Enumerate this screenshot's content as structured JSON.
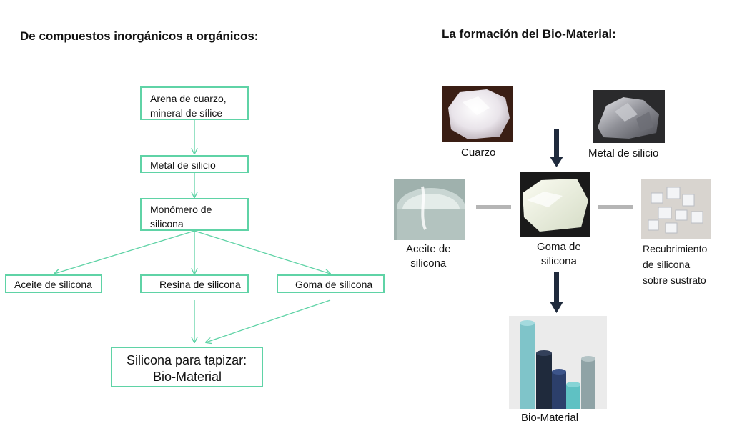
{
  "left": {
    "title": "De compuestos inorgánicos a orgánicos:",
    "flow": {
      "n1": {
        "line1": "Arena de cuarzo,",
        "line2": "mineral de sílice"
      },
      "n2": "Metal de silicio",
      "n3": {
        "line1": "Monómero de",
        "line2": "silicona"
      },
      "n4": "Aceite de silicona",
      "n5": "Resina de silicona",
      "n6": "Goma de silicona",
      "n7": {
        "line1": "Silicona para tapizar:",
        "line2": "Bio-Material"
      }
    }
  },
  "right": {
    "title": "La formación del Bio-Material:",
    "items": {
      "cuarzo": "Cuarzo",
      "metal": "Metal de silicio",
      "aceite": {
        "line1": "Aceite de",
        "line2": "silicona"
      },
      "goma": {
        "line1": "Goma de",
        "line2": "silicona"
      },
      "recubrimiento": {
        "line1": "Recubrimiento",
        "line2": "de silicona",
        "line3": "sobre sustrato"
      },
      "biomaterial": "Bio-Material"
    }
  },
  "colors": {
    "flow_border": "#5fd3a6",
    "arrow_dark": "#1f2a3c",
    "connector_gray": "#b5b5b5"
  }
}
